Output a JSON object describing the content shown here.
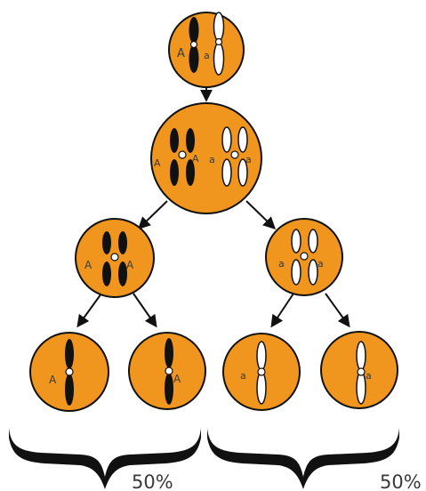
{
  "colors": {
    "cell_fill": "#F0961E",
    "cell_stroke": "#111111",
    "dominant_chromosome": "#111111",
    "recessive_chromosome": "#ffffff",
    "arrow": "#111111"
  },
  "alleles": {
    "dominant": "A",
    "recessive": "a"
  },
  "percentages": {
    "left": "50%",
    "right": "50%"
  }
}
